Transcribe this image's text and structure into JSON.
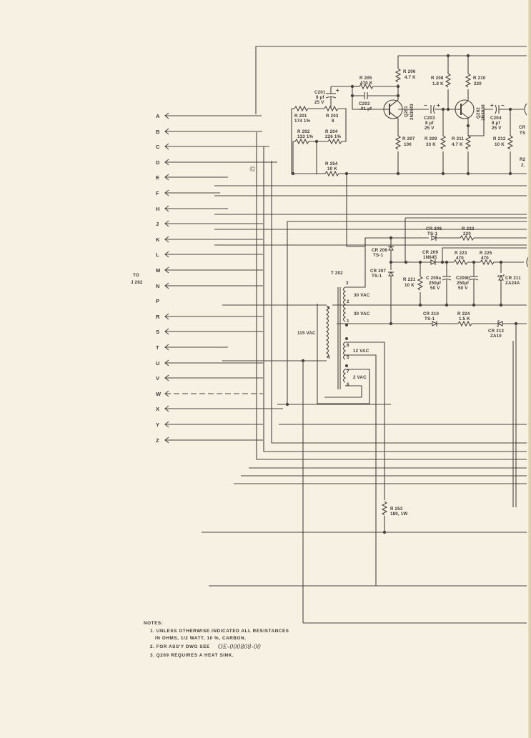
{
  "connector": {
    "label": "TO",
    "ref": "J 262"
  },
  "pins": [
    "A",
    "B",
    "C",
    "D",
    "E",
    "F",
    "H",
    "J",
    "K",
    "L",
    "M",
    "N",
    "P",
    "R",
    "S",
    "T",
    "U",
    "V",
    "W",
    "X",
    "Y",
    "Z"
  ],
  "components": {
    "r201": {
      "ref": "R 201",
      "val": "174  1%"
    },
    "r202": {
      "ref": "R 202",
      "val": "133  1%"
    },
    "r203": {
      "ref": "R 203",
      "val": "8"
    },
    "r204": {
      "ref": "R 204",
      "val": "226  1%"
    },
    "r205": {
      "ref": "R 205",
      "val": "470 K"
    },
    "r206": {
      "ref": "R 206",
      "val": "4.7 K"
    },
    "r207": {
      "ref": "R 207",
      "val": "100"
    },
    "r208": {
      "ref": "R 208",
      "val": "1.8 K"
    },
    "r209": {
      "ref": "R 209",
      "val": "33 K"
    },
    "r210": {
      "ref": "R 210",
      "val": "220"
    },
    "r211": {
      "ref": "R 211",
      "val": "4.7 K"
    },
    "r212": {
      "ref": "R 212",
      "val": "10 K"
    },
    "r221": {
      "ref": "R 221",
      "val": "10 K"
    },
    "r222": {
      "ref": "R 222",
      "val": "220"
    },
    "r223": {
      "ref": "R 223",
      "val": "470"
    },
    "r224": {
      "ref": "R 224",
      "val": "1.5 K"
    },
    "r225": {
      "ref": "R 225",
      "val": "470"
    },
    "r253": {
      "ref": "R 253",
      "val": "180, 1W"
    },
    "r254": {
      "ref": "R 254",
      "val": "10 K"
    },
    "c201": {
      "ref": "C201",
      "val": "8 µf",
      "volt": "25 V"
    },
    "c202": {
      "ref": "C202",
      "val": ".01 µf"
    },
    "c203": {
      "ref": "C203",
      "val": "8 µf",
      "volt": "25 V"
    },
    "c204": {
      "ref": "C204",
      "val": "8 µf",
      "volt": "25 V"
    },
    "c209a": {
      "ref": "C 209a",
      "val": "250µf",
      "volt": "50 V"
    },
    "c209b": {
      "ref": "C209b",
      "val": "250µf",
      "volt": "50 V"
    },
    "q201": {
      "ref": "Q201",
      "type": "2N3643"
    },
    "q202": {
      "ref": "Q202",
      "type": "2N3638"
    },
    "cr206": {
      "ref": "CR 206",
      "type": "TS-1"
    },
    "cr207": {
      "ref": "CR 207",
      "type": "TS-1"
    },
    "cr208": {
      "ref": "CR 208",
      "type": "TS-1"
    },
    "cr209": {
      "ref": "CR 209",
      "type": "1N645"
    },
    "cr210": {
      "ref": "CR 210",
      "type": "TS-1"
    },
    "cr211": {
      "ref": "CR 211",
      "type": "ZA24A"
    },
    "cr212": {
      "ref": "CR 212",
      "type": "ZA10"
    },
    "t202": {
      "ref": "T 202",
      "primary": "115 VAC",
      "sec1": "30 VAC",
      "sec2": "30 VAC",
      "sec3": "12 VAC",
      "sec4": "2 VAC",
      "taps": [
        "3",
        "2",
        "1",
        "9",
        "4",
        "8",
        "5",
        "7",
        "6"
      ]
    }
  },
  "edge_fragments": [
    "CR",
    "TS",
    "R2",
    "2."
  ],
  "notes": {
    "title": "NOTES:",
    "n1a": "1. UNLESS  OTHERWISE  INDICATED  ALL  RESISTANCES",
    "n1b": "IN  OHMS,  1/2  WATT,  10 %,  CARBON.",
    "n2": "2. FOR ASS'Y DWG SEE",
    "n2_dwg": "OE-000808-00",
    "n3": "3. Q209 REQUIRES A HEAT SINK."
  },
  "colors": {
    "paper": "#f6f1e3",
    "ink": "#4a4440"
  }
}
